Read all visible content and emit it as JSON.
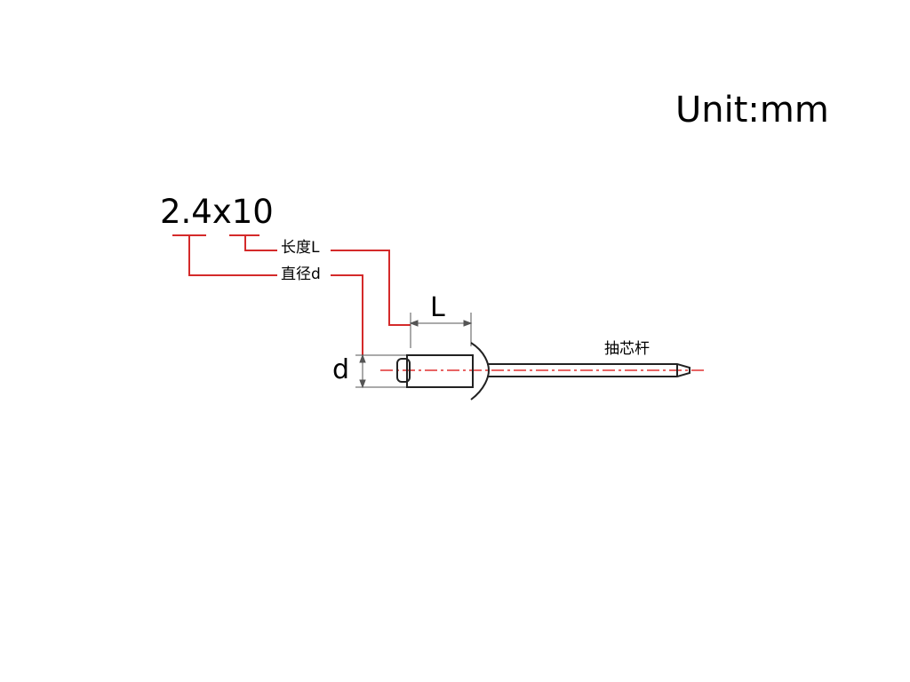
{
  "unit_label": "Unit:mm",
  "spec_code": "2.4x10",
  "labels": {
    "length": "长度L",
    "diameter": "直径d",
    "dim_L": "L",
    "dim_d": "d",
    "mandrel": "抽芯杆"
  },
  "colors": {
    "leader": "#d42a2a",
    "outline": "#222222",
    "centerline": "#e03030"
  }
}
